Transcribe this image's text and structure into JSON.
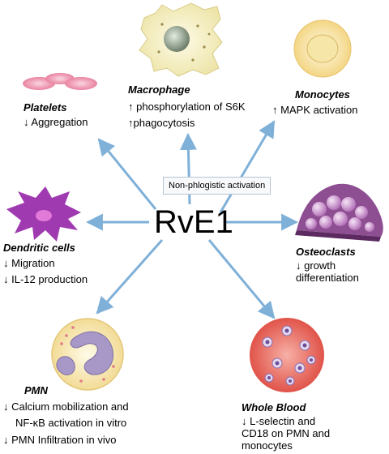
{
  "center": {
    "label": "RvE1",
    "box_label": "Non-phlogistic activation"
  },
  "nodes": {
    "platelets": {
      "title": "Platelets",
      "lines": [
        "↓ Aggregation"
      ]
    },
    "macrophage": {
      "title": "Macrophage",
      "lines": [
        "↑ phosphorylation of S6K",
        "↑phagocytosis"
      ]
    },
    "monocytes": {
      "title": "Monocytes",
      "lines": [
        "↑ MAPK activation"
      ]
    },
    "dendritic": {
      "title": "Dendritic cells",
      "lines": [
        "↓ Migration",
        "↓ IL-12 production"
      ]
    },
    "osteoclasts": {
      "title": "Osteoclasts",
      "lines": [
        "↓ growth",
        "differentiation"
      ]
    },
    "pmn": {
      "title": "PMN",
      "lines": [
        "↓ Calcium mobilization and",
        "NF-κB activation in vitro",
        "↓ PMN Infiltration in vivo"
      ]
    },
    "wholeblood": {
      "title": "Whole Blood",
      "lines": [
        "↓ L-selectin and",
        "CD18 on PMN and",
        "monocytes"
      ]
    }
  },
  "colors": {
    "arrow": "#7fb0d8",
    "osteoclast": "#9b4f9c",
    "blood": "#e2554a",
    "dendritic": "#a03ab0",
    "platelet": "#e87a9a"
  }
}
